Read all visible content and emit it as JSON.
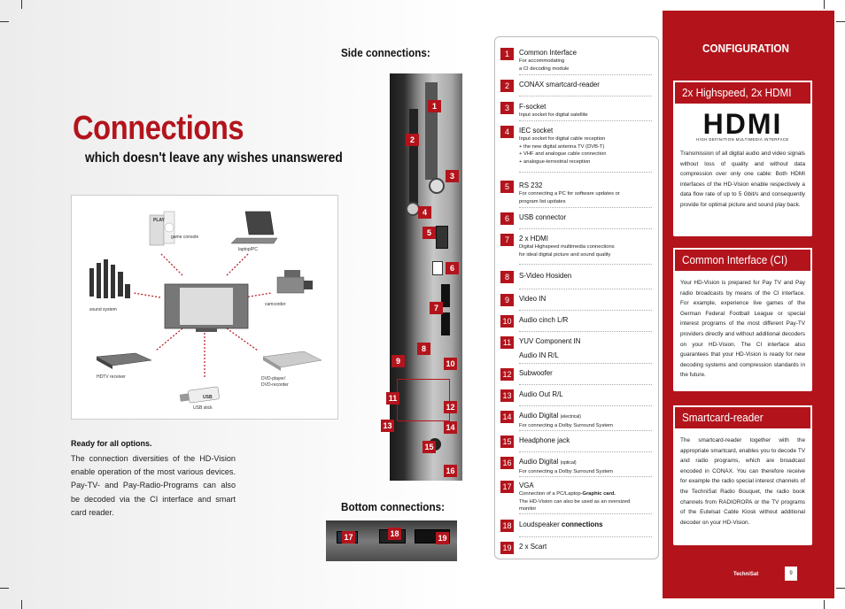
{
  "title": "Connections",
  "subtitle": "which doesn't leave any wishes unanswered",
  "side_heading": "Side connections:",
  "bottom_heading": "Bottom connections:",
  "diagram": {
    "labels": {
      "game_console": "game console",
      "laptop": "laptop/PC",
      "sound_system": "sound system",
      "camcorder": "camcorder",
      "hdtv_receiver": "HDTV receiver",
      "dvd_l1": "DVD-player/",
      "dvd_l2": "DVD-recorder",
      "usb_stick": "USB stick",
      "play_mark": "PLAY",
      "usb_mark": "USB"
    }
  },
  "ready_heading": "Ready for all options.",
  "ready_text": "The connection diversities of the HD-Vision enable operation of the most various devices. Pay-TV- and Pay-Radio-Programs can also be decoded via the CI interface and smart card reader.",
  "side_badges": [
    "1",
    "2",
    "3",
    "4",
    "5",
    "6",
    "7",
    "8",
    "9",
    "10",
    "11",
    "12",
    "13",
    "14",
    "15",
    "16"
  ],
  "bottom_badges": [
    "17",
    "18",
    "19"
  ],
  "list": [
    {
      "num": "1",
      "title": "Common Interface",
      "desc": [
        "For accommodating",
        "a CI decoding module"
      ]
    },
    {
      "num": "2",
      "title": "CONAX smartcard-reader",
      "desc": []
    },
    {
      "num": "3",
      "title": "F-socket",
      "desc": [
        "Input socket for digital satellite"
      ]
    },
    {
      "num": "4",
      "title": "IEC socket",
      "desc": [
        "Input socket for digital cable reception",
        "+ the new digital antenna TV (DVB-T)",
        "+ VHF and analogue cable connection",
        "+ analogue-terrestrial reception"
      ]
    },
    {
      "num": "5",
      "title": "RS 232",
      "desc": [
        "For connecting a PC for software updates or",
        "program list updates"
      ]
    },
    {
      "num": "6",
      "title": "USB connector",
      "desc": []
    },
    {
      "num": "7",
      "title": "2 x HDMI",
      "desc": [
        "Digital Highspeed multimedia connections",
        "for ideal digital picture and sound quality"
      ]
    },
    {
      "num": "8",
      "title": "S-Video Hosiden",
      "desc": []
    },
    {
      "num": "9",
      "title": "Video IN",
      "desc": []
    },
    {
      "num": "10",
      "title": "Audio cinch L/R",
      "desc": []
    },
    {
      "num": "11",
      "title": "YUV Component IN",
      "title2": "Audio IN R/L",
      "desc": []
    },
    {
      "num": "12",
      "title": "Subwoofer",
      "desc": []
    },
    {
      "num": "13",
      "title": "Audio Out R/L",
      "desc": []
    },
    {
      "num": "14",
      "title": "Audio Digital",
      "small": "(electrical)",
      "desc": [
        "For connecting a Dolby Surround System"
      ]
    },
    {
      "num": "15",
      "title": "Headphone jack",
      "desc": []
    },
    {
      "num": "16",
      "title": "Audio Digital",
      "small": "(optical)",
      "desc": [
        "For connecting a Dolby Surround System"
      ]
    },
    {
      "num": "17",
      "title": "VGA",
      "desc_pre": "Connection of a PC/Laptop-",
      "desc_bold": "Graphic card.",
      "desc": [
        "The HD-Vision can also be used as an oversized",
        "monitor"
      ]
    },
    {
      "num": "18",
      "title": "Loudspeaker",
      "title_bold": "connections",
      "desc": []
    },
    {
      "num": "19",
      "title": "2 x Scart",
      "desc": []
    }
  ],
  "config_heading": "CONFIGURATION",
  "cards": {
    "hdmi": {
      "heading": "2x Highspeed, 2x HDMI",
      "logo": "HDMI",
      "logo_sub": "HIGH DEFINITION MULTIMEDIA INTERFACE",
      "text": "Transmission of all digital audio and video signals without loss of quality and without data compression over only one cable: Both HDMI interfaces of the HD-Vision enable respectively a data flow rate of up to 5 Gbit/s and consequently provide for optimal picture and sound play back."
    },
    "ci": {
      "heading": "Common Interface (CI)",
      "text": "Your HD-Vision is prepared for Pay TV and Pay radio broadcasts by means of the CI interface. For example, experience live games of the German Federal Football League or special interest programs of the most different Pay-TV providers directly and without additional decoders on your HD-Vision. The CI interface also guarantees that your HD-Vision is ready for new decoding systems and compression standards in the future."
    },
    "smart": {
      "heading": "Smartcard-reader",
      "text": "The smartcard-reader together with the appropriate smartcard, enables you to decode TV and radio programs, which are broadcast encoded in CONAX. You can therefore receive for example the radio special interest channels of the TechniSat Radio Bouquet, the radio book channels from RADIOROPA or the TV programs of the Eutelsat Cable Kiosk without additional decoder on your HD-Vision."
    }
  },
  "brand": "TechniSat",
  "page_number": "9",
  "colors": {
    "accent": "#b3141c"
  }
}
